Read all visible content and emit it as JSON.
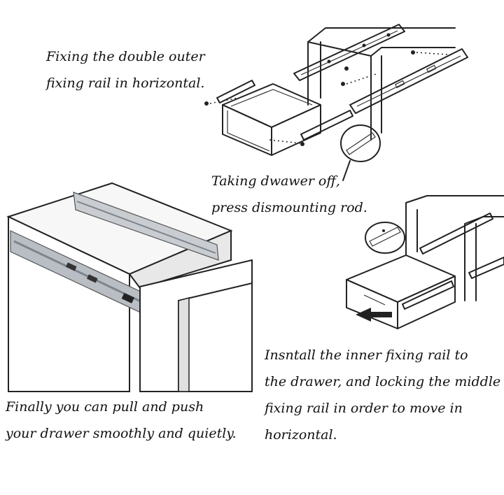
{
  "captions": {
    "step1": [
      "Fixing the double outer",
      "fixing rail in horizontal."
    ],
    "step2": [
      "Taking dwawer off,",
      "press dismounting rod."
    ],
    "step3": [
      "Insntall the inner fixing rail to",
      "the drawer, and locking the middle",
      "fixing rail in order to move in",
      "horizontal."
    ],
    "step4": [
      "Finally you can pull and push",
      "your drawer smoothly and quietly."
    ]
  },
  "colors": {
    "ink": "#111111",
    "steel": "#b9bec4",
    "steel_dark": "#7d848c"
  }
}
